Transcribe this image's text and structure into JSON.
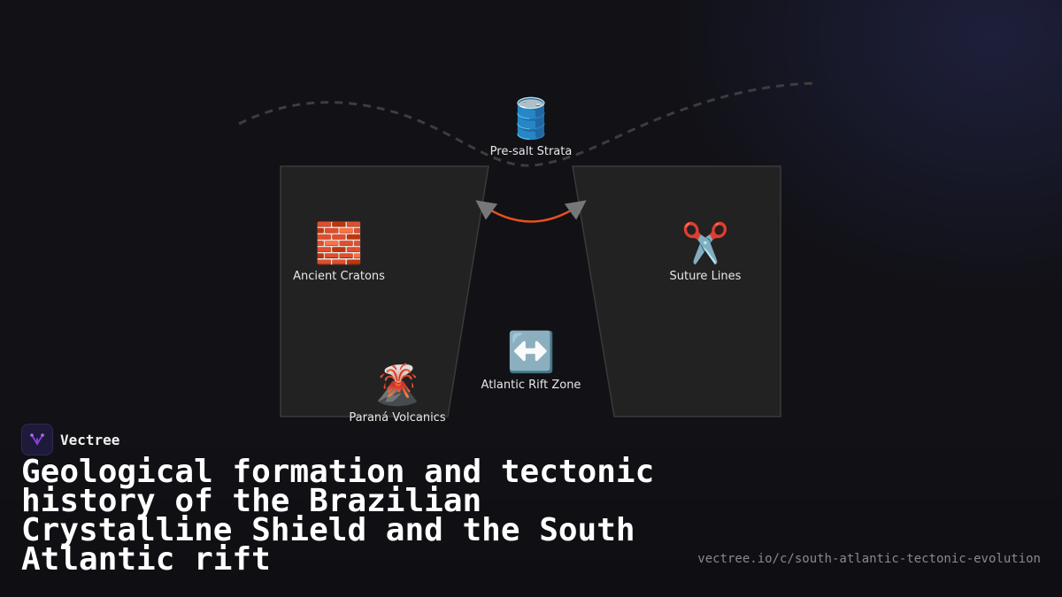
{
  "nodes": {
    "presalt": {
      "icon": "🛢️",
      "icon_name": "oil-barrel-icon",
      "label": "Pre-salt Strata"
    },
    "cratons": {
      "icon": "🧱",
      "icon_name": "brick-icon",
      "label": "Ancient Cratons"
    },
    "suture": {
      "icon": "✂️",
      "icon_name": "scissors-icon",
      "label": "Suture Lines"
    },
    "rift": {
      "icon": "↔️",
      "icon_name": "left-right-arrow-icon",
      "label": "Atlantic Rift Zone"
    },
    "parana": {
      "icon": "🌋",
      "icon_name": "volcano-icon",
      "label": "Paraná Volcanics"
    }
  },
  "brand": {
    "name": "Vectree",
    "logo_icon": "vectree-logo-icon"
  },
  "title": "Geological formation and tectonic history of the Brazilian Crystalline Shield and the South Atlantic rift",
  "url": "vectree.io/c/south-atlantic-tectonic-evolution",
  "colors": {
    "background": "#111116",
    "plate_fill": "#222222",
    "plate_stroke": "#3a3a3a",
    "dashed_line": "#3d3d3d",
    "arrow": "#e8501f",
    "brand_accent": "#8b3fd6"
  }
}
